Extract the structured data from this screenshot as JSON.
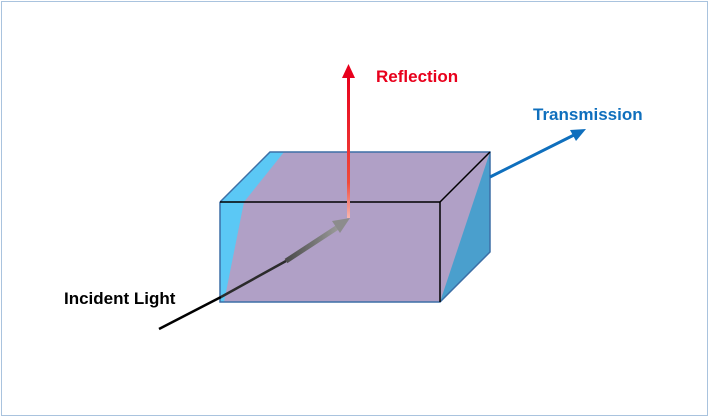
{
  "labels": {
    "reflection": "Reflection",
    "transmission": "Transmission",
    "incident": "Incident Light"
  },
  "colors": {
    "reflection": "#e8001c",
    "transmission": "#0f6fbd",
    "incident": "#000000",
    "block_front": "#b0a0c6",
    "block_side": "#4a9fcd",
    "block_left_edge": "#5bc8f5"
  }
}
